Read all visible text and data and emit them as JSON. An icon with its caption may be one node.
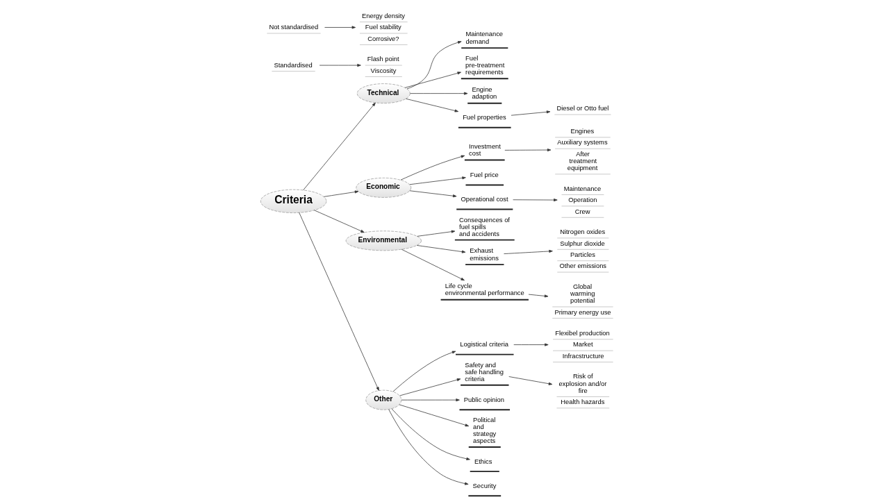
{
  "diagram": {
    "nodes": [
      {
        "text": [
          "Criteria"
        ]
      },
      {
        "text": [
          "Technical"
        ]
      },
      {
        "text": [
          "Economic"
        ]
      },
      {
        "text": [
          "Environmental"
        ]
      },
      {
        "text": [
          "Other"
        ]
      },
      {
        "text": [
          "Maintenance demand"
        ]
      },
      {
        "text": [
          "Fuel pre-treatment requirements"
        ]
      },
      {
        "text": [
          "Engine adaption"
        ]
      },
      {
        "text": [
          "Fuel properties"
        ]
      },
      {
        "text": [
          "Diesel or Otto fuel"
        ]
      },
      {
        "text": [
          "Standardised"
        ]
      },
      {
        "text": [
          "Not standardised"
        ]
      },
      {
        "text": [
          "Flash point",
          "Viscosity"
        ]
      },
      {
        "text": [
          "Energy density",
          "Fuel stability",
          "Corrosive?"
        ]
      },
      {
        "text": [
          "Investment cost"
        ]
      },
      {
        "text": [
          "Fuel price"
        ]
      },
      {
        "text": [
          "Operational cost"
        ]
      },
      {
        "text": [
          "Engines",
          "Auxiliary systems",
          "After treatment equipment"
        ]
      },
      {
        "text": [
          "Maintenance",
          "Operation",
          "Crew"
        ]
      },
      {
        "text": [
          "Consequences of fuel spills and accidents"
        ]
      },
      {
        "text": [
          "Exhaust emissions"
        ]
      },
      {
        "text": [
          "Life cycle environmental performance"
        ]
      },
      {
        "text": [
          "Nitrogen oxides",
          "Sulphur dioxide",
          "Particles",
          "Other emissions"
        ]
      },
      {
        "text": [
          "Global warming potential",
          "Primary energy use"
        ]
      },
      {
        "text": [
          "Logistical criteria"
        ]
      },
      {
        "text": [
          "Safety and safe handling criteria"
        ]
      },
      {
        "text": [
          "Public opinion"
        ]
      },
      {
        "text": [
          "Political and strategy aspects"
        ]
      },
      {
        "text": [
          "Ethics"
        ]
      },
      {
        "text": [
          "Security"
        ]
      },
      {
        "text": [
          "Flexibel production",
          "Market",
          "Infracstructure"
        ]
      },
      {
        "text": [
          "Risk of explosion and/or fire",
          "Health hazards"
        ]
      }
    ],
    "edges": [
      {
        "from": 0,
        "to": 1,
        "arrow": "to"
      },
      {
        "from": 0,
        "to": 2,
        "arrow": "to"
      },
      {
        "from": 0,
        "to": 3,
        "arrow": "to"
      },
      {
        "from": 0,
        "to": 4,
        "arrow": "to"
      },
      {
        "from": 1,
        "to": 5,
        "arrow": "to"
      },
      {
        "from": 1,
        "to": 6,
        "arrow": "to"
      },
      {
        "from": 1,
        "to": 7,
        "arrow": "to"
      },
      {
        "from": 1,
        "to": 8,
        "arrow": "to"
      },
      {
        "from": 8,
        "to": 9,
        "arrow": "to"
      },
      {
        "from": 10,
        "to": 12,
        "arrow": "to"
      },
      {
        "from": 11,
        "to": 13,
        "arrow": "to"
      },
      {
        "from": 2,
        "to": 14,
        "arrow": "to"
      },
      {
        "from": 2,
        "to": 15,
        "arrow": "to"
      },
      {
        "from": 2,
        "to": 16,
        "arrow": "to"
      },
      {
        "from": 14,
        "to": 17,
        "arrow": "to"
      },
      {
        "from": 16,
        "to": 18,
        "arrow": "to"
      },
      {
        "from": 3,
        "to": 19,
        "arrow": "to"
      },
      {
        "from": 3,
        "to": 20,
        "arrow": "to"
      },
      {
        "from": 3,
        "to": 21,
        "arrow": "to"
      },
      {
        "from": 20,
        "to": 22,
        "arrow": "to"
      },
      {
        "from": 21,
        "to": 23,
        "arrow": "to"
      },
      {
        "from": 4,
        "to": 24,
        "arrow": "to"
      },
      {
        "from": 4,
        "to": 25,
        "arrow": "to"
      },
      {
        "from": 4,
        "to": 26,
        "arrow": "to"
      },
      {
        "from": 4,
        "to": 27,
        "arrow": "to"
      },
      {
        "from": 4,
        "to": 28,
        "arrow": "to"
      },
      {
        "from": 4,
        "to": 29,
        "arrow": "to"
      },
      {
        "from": 24,
        "to": 30,
        "arrow": "to"
      },
      {
        "from": 25,
        "to": 31,
        "arrow": "to"
      }
    ]
  }
}
